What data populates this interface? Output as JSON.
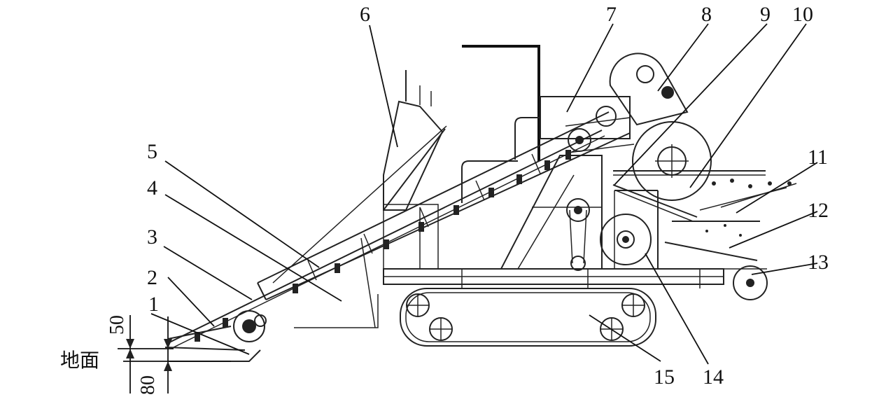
{
  "callouts": [
    {
      "id": "1",
      "label": "1"
    },
    {
      "id": "2",
      "label": "2"
    },
    {
      "id": "3",
      "label": "3"
    },
    {
      "id": "4",
      "label": "4"
    },
    {
      "id": "5",
      "label": "5"
    },
    {
      "id": "6",
      "label": "6"
    },
    {
      "id": "7",
      "label": "7"
    },
    {
      "id": "8",
      "label": "8"
    },
    {
      "id": "9",
      "label": "9"
    },
    {
      "id": "10",
      "label": "10"
    },
    {
      "id": "11",
      "label": "11"
    },
    {
      "id": "12",
      "label": "12"
    },
    {
      "id": "13",
      "label": "13"
    },
    {
      "id": "14",
      "label": "14"
    },
    {
      "id": "15",
      "label": "15"
    }
  ],
  "dimensions": {
    "above_ground": "50",
    "below_ground": "80"
  },
  "ground_label": "地面"
}
